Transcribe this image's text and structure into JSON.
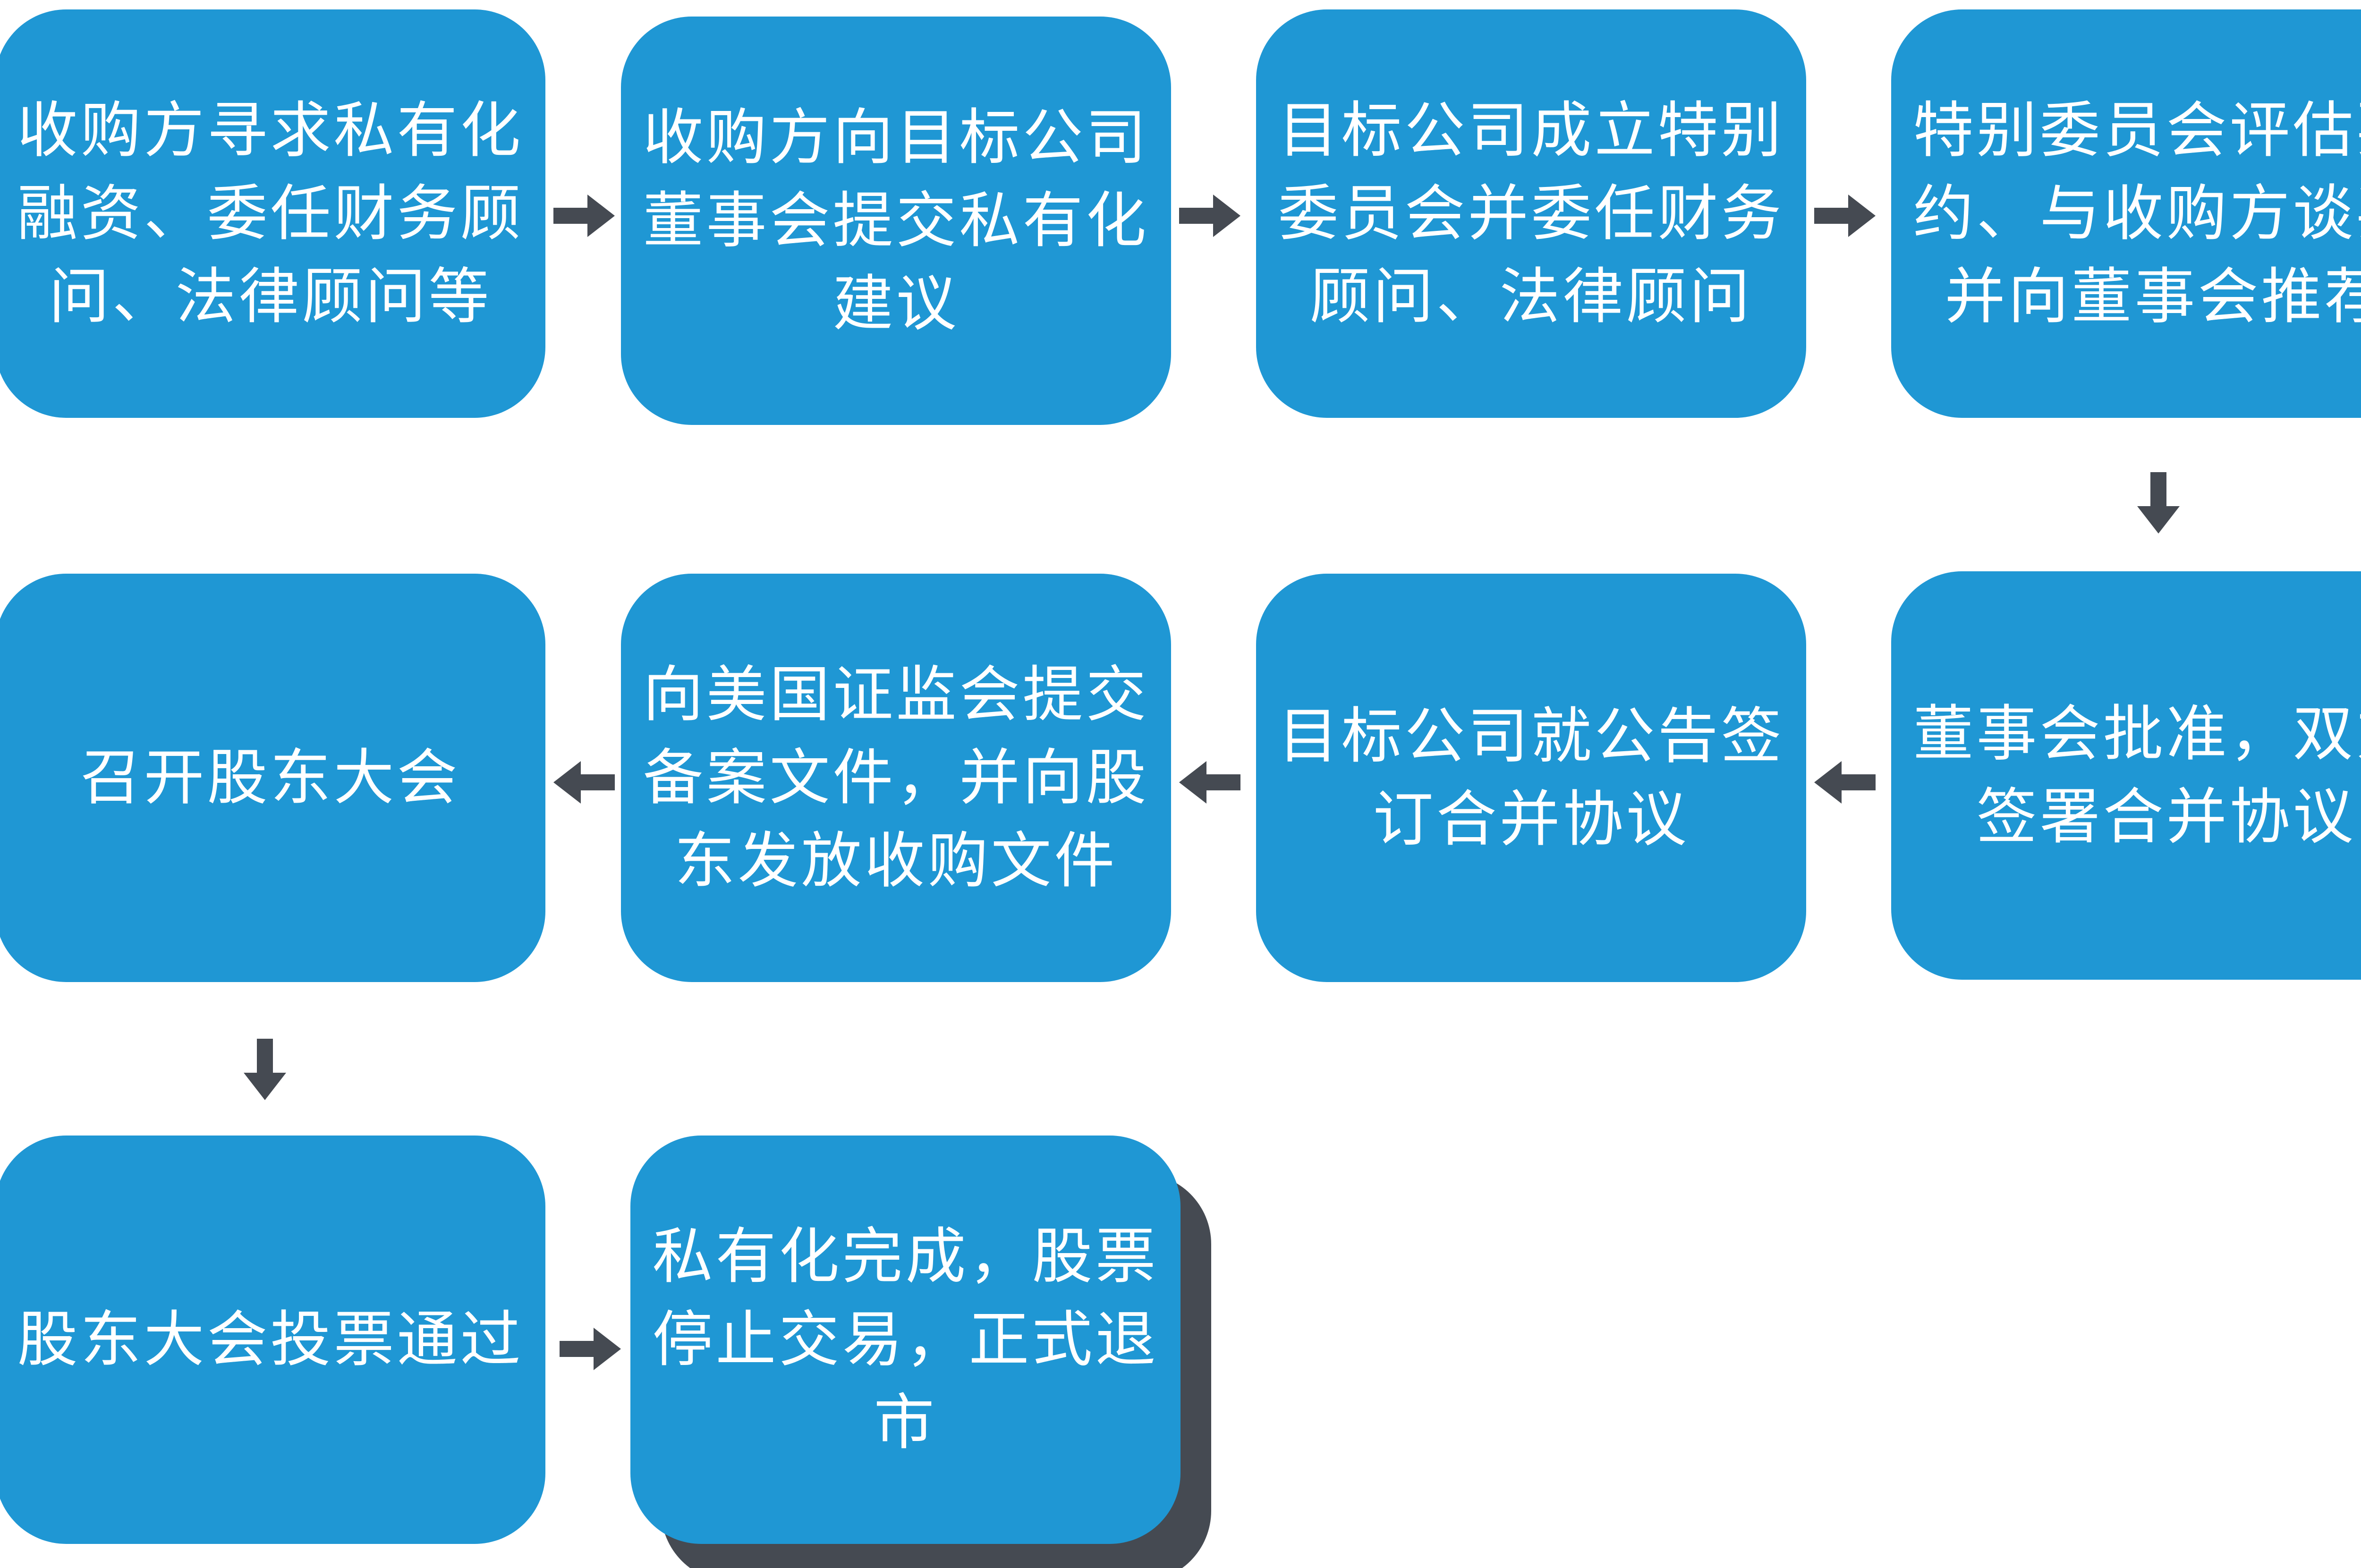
{
  "colors": {
    "box_fill": "#1f97d4",
    "box_text": "#ffffff",
    "arrow": "#454a52",
    "shadow": "#454a52",
    "background": "#ffffff"
  },
  "steps": [
    {
      "label": "收购方寻求私有化融资、委任财务顾问、法律顾问等"
    },
    {
      "label": "收购方向目标公司董事会提交私有化建议"
    },
    {
      "label": "目标公司成立特别委员会并委任财务顾问、法律顾问"
    },
    {
      "label": "特别委员会评估要约、与收购方谈判并向董事会推荐"
    },
    {
      "label": "董事会批准，双方签署合并协议"
    },
    {
      "label": "目标公司就公告签订合并协议"
    },
    {
      "label": "向美国证监会提交备案文件，并向股东发放收购文件"
    },
    {
      "label": "召开股东大会"
    },
    {
      "label": "股东大会投票通过"
    },
    {
      "label": "私有化完成，股票停止交易，正式退市"
    }
  ],
  "arrows": [
    {
      "name": "arrow-1-to-2",
      "direction": "right"
    },
    {
      "name": "arrow-2-to-3",
      "direction": "right"
    },
    {
      "name": "arrow-3-to-4",
      "direction": "right"
    },
    {
      "name": "arrow-4-to-5",
      "direction": "down"
    },
    {
      "name": "arrow-5-to-6",
      "direction": "left"
    },
    {
      "name": "arrow-6-to-7",
      "direction": "left"
    },
    {
      "name": "arrow-7-to-8",
      "direction": "left"
    },
    {
      "name": "arrow-8-to-9",
      "direction": "down"
    },
    {
      "name": "arrow-9-to-10",
      "direction": "right"
    }
  ]
}
